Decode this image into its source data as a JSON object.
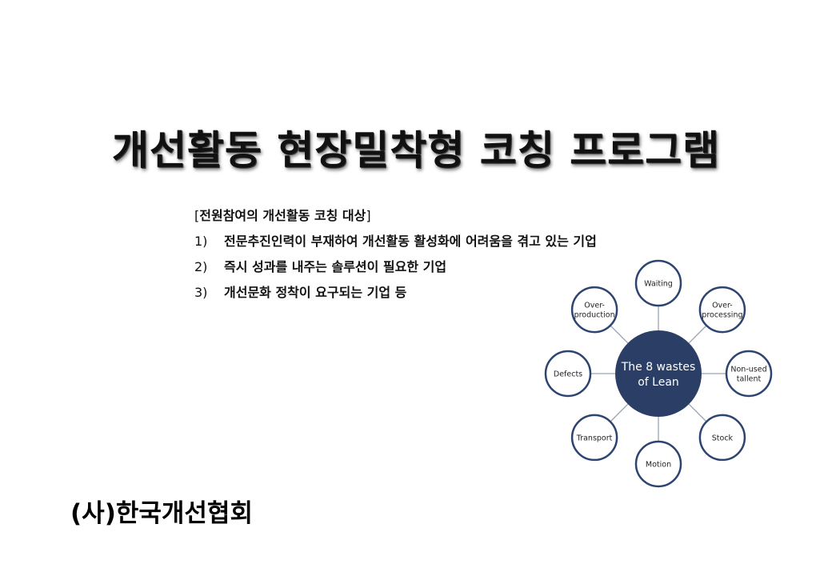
{
  "title": "개선활동 현장밀착형 코칭 프로그램",
  "targets": {
    "heading": "전원참여의 개선활동 코칭 대상",
    "bracket_open": "[",
    "bracket_close": "]",
    "items": [
      {
        "num": "1)",
        "text": "전문추진인력이 부재하여 개선활동 활성화에 어려움을 겪고 있는 기업"
      },
      {
        "num": "2)",
        "text": "즉시 성과를 내주는 솔루션이 필요한 기업"
      },
      {
        "num": "3)",
        "text": "개선문화 정착이 요구되는 기업 등"
      }
    ]
  },
  "diagram": {
    "center": [
      "The 8 wastes",
      "of Lean"
    ],
    "nodes": [
      {
        "id": "waiting",
        "lines": [
          "Waiting"
        ]
      },
      {
        "id": "over-processing",
        "lines": [
          "Over-",
          "processing"
        ]
      },
      {
        "id": "non-used-tallent",
        "lines": [
          "Non-used",
          "tallent"
        ]
      },
      {
        "id": "stock",
        "lines": [
          "Stock"
        ]
      },
      {
        "id": "motion",
        "lines": [
          "Motion"
        ]
      },
      {
        "id": "transport",
        "lines": [
          "Transport"
        ]
      },
      {
        "id": "defects",
        "lines": [
          "Defects"
        ]
      },
      {
        "id": "over-production",
        "lines": [
          "Over-",
          "production"
        ]
      }
    ],
    "colors": {
      "center_fill": "#2b3f66",
      "node_stroke": "#2d4470",
      "spoke": "#9aa4b4"
    }
  },
  "organization": "(사)한국개선협회"
}
